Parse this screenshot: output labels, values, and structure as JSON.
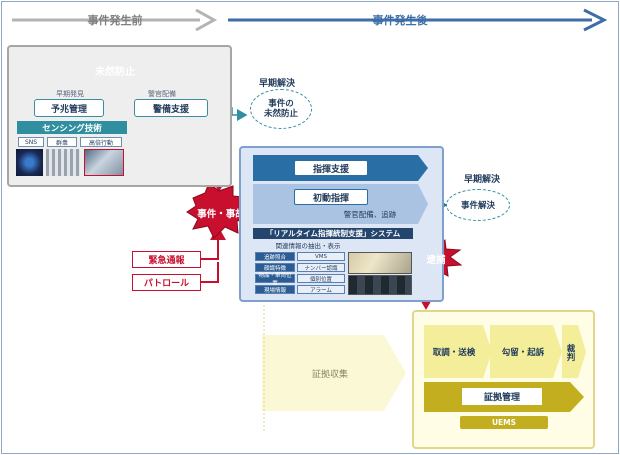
{
  "timeline": {
    "before": "事件発生前",
    "after": "事件発生後"
  },
  "prevention": {
    "banner": "未然防止",
    "early_detection": "早期発見",
    "predictive_management": "予兆管理",
    "police_deployment": "警官配備",
    "guard_support": "警備支援",
    "sensing": "センシング技術",
    "sensing_chips": [
      "SNS",
      "群衆",
      "高倍行動"
    ]
  },
  "early_resolution_1": {
    "title": "早期解決",
    "oval": "事件の\n未然防止"
  },
  "incident_burst": "事件・事故",
  "command": {
    "command_support": "指揮支援",
    "initial_command": "初動指揮",
    "deploy_note": "警官配備、追跡",
    "system_title": "「リアルタイム指揮統制支援」システム",
    "extraction": "関連情報の抽出・表示",
    "grid": [
      [
        "追跡照合",
        "VMS"
      ],
      [
        "顔識特徴",
        "ナンバー認識"
      ],
      [
        "物品・車両位置",
        "個別位置"
      ],
      [
        "現場情報",
        "アラーム"
      ]
    ]
  },
  "early_resolution_2": {
    "title": "早期解決",
    "oval": "事件解決"
  },
  "emergency_report": "緊急通報",
  "patrol": "パトロール",
  "arrest_burst": "逮捕",
  "evidence": {
    "collection": "証拠収集",
    "investigation": "取調・送検",
    "detention": "勾留・起訴",
    "trial": "裁判",
    "management": "証拠管理",
    "system": "UEMS"
  }
}
